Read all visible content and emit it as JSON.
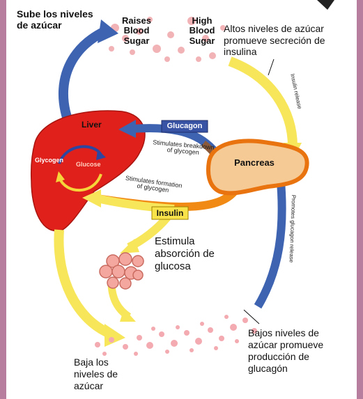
{
  "texts": {
    "sube": "Sube los niveles\nde azúcar",
    "raises": "Raises\nBlood\nSugar",
    "high": "High\nBlood\nSugar",
    "altos": "Altos niveles de azúcar\npromueve secreción de\ninsulina",
    "insulin_release": "Insulin release",
    "liver": "Liver",
    "glycogen": "Glycogen",
    "glucose": "Glucose",
    "glucagon": "Glucagon",
    "pancreas": "Pancreas",
    "stim_breakdown": "Stimulates breakdown\nof glycogen",
    "stim_formation": "Stimulates formation\nof glycogen",
    "insulin": "Insulin",
    "estimula": "Estimula\nabsorción de\nglucosa",
    "glucagon_release": "Promotes glucagon release",
    "bajos": "Bajos niveles de\nazúcar promueve\nproducción de\nglucagón",
    "baja": "Baja los\nniveles de\nazúcar"
  },
  "colors": {
    "frame": "#b77e9e",
    "liver": "#e0201a",
    "pancreas": "#f6ca95",
    "pancreas_border": "#e8730f",
    "blue_arrow": "#3d63b1",
    "yellow_arrow": "#f7e65a",
    "orange_arrow": "#f08a14",
    "glucagon_box": "#3953a4",
    "insulin_box": "#f8e34a",
    "sugar_dots": "#f3aab0",
    "cells": "#f4a79e"
  }
}
